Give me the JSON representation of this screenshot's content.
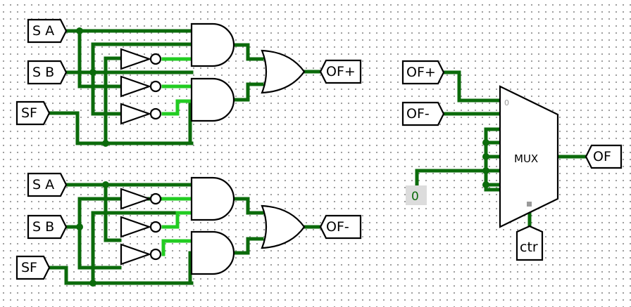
{
  "circuit1": {
    "inputs": {
      "sa": "S A",
      "sb": "S B",
      "sf": "SF"
    },
    "output": "OF+"
  },
  "circuit2": {
    "inputs": {
      "sa": "S A",
      "sb": "S B",
      "sf": "SF"
    },
    "output": "OF-"
  },
  "mux": {
    "inputs": {
      "of_plus": "OF+",
      "of_minus": "OF-"
    },
    "label": "MUX",
    "select0_marker": "0",
    "constant": "0",
    "select_input": "ctr",
    "output": "OF"
  },
  "colors": {
    "wire": "#0b6b0b",
    "active_wire": "#22cc22"
  }
}
